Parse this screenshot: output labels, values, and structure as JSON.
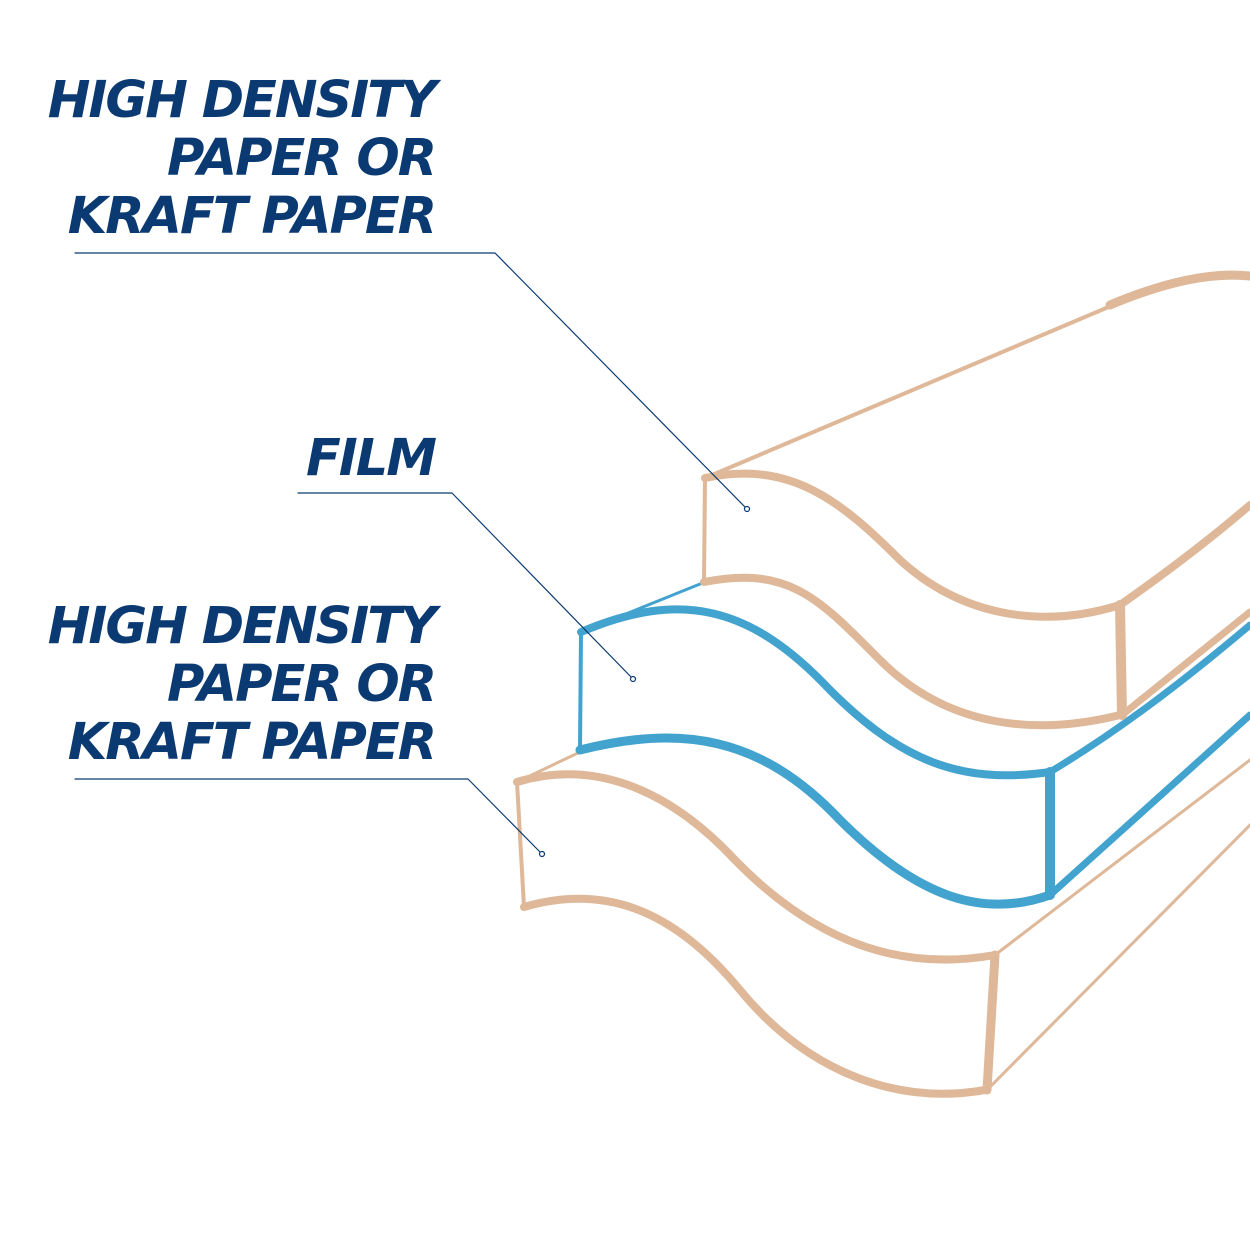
{
  "labels": {
    "top_layer": [
      "HIGH DENSITY",
      "PAPER OR",
      "KRAFT PAPER"
    ],
    "middle_layer": [
      "FILM"
    ],
    "bottom_layer": [
      "HIGH DENSITY",
      "PAPER OR",
      "KRAFT PAPER"
    ]
  },
  "colors": {
    "label_text": "#0b3a72",
    "leader_line": "#0b3a72",
    "paper_layer": "#deb898",
    "film_layer": "#43a3cf",
    "background": "#ffffff"
  }
}
